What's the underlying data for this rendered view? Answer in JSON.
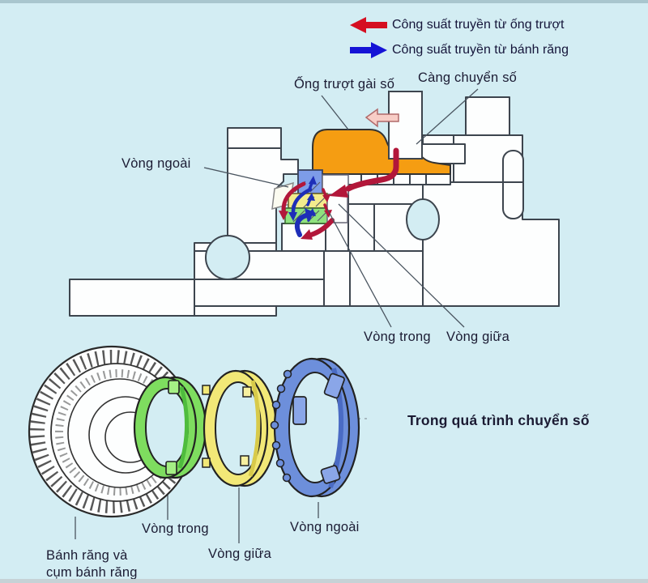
{
  "legend": {
    "items": [
      {
        "id": "power-from-sleeve",
        "arrow_direction": "left",
        "color": "#d50f21",
        "label": "Công suất truyền từ ống trượt"
      },
      {
        "id": "power-from-gear",
        "arrow_direction": "right",
        "color": "#1513d6",
        "label": "Công suất truyền từ bánh răng"
      }
    ]
  },
  "cross_section_labels": {
    "sleeve": "Ống trượt gài số",
    "shift_fork": "Càng chuyển số",
    "outer_ring": "Vòng ngoài",
    "inner_ring": "Vòng trong",
    "middle_ring": "Vòng giữa"
  },
  "caption": "Trong quá trình chuyển số",
  "exploded_labels": {
    "gear_line1": "Bánh răng và",
    "gear_line2": "cụm bánh răng",
    "inner_ring": "Vòng trong",
    "middle_ring": "Vòng giữa",
    "outer_ring": "Vòng ngoài"
  },
  "colors": {
    "background": "#d3edf3",
    "sleeve_orange": "#f59d12",
    "outer_ring_blue": "#7d9ce8",
    "middle_ring_yellow": "#f3ec8d",
    "inner_ring_green": "#8fe27e",
    "exploded_green": "#7edd5f",
    "exploded_yellow": "#f2e877",
    "exploded_blue": "#6d8fdb",
    "power_red": "#b2173a",
    "power_blue": "#1e2eb8",
    "outline": "#3d454e"
  }
}
